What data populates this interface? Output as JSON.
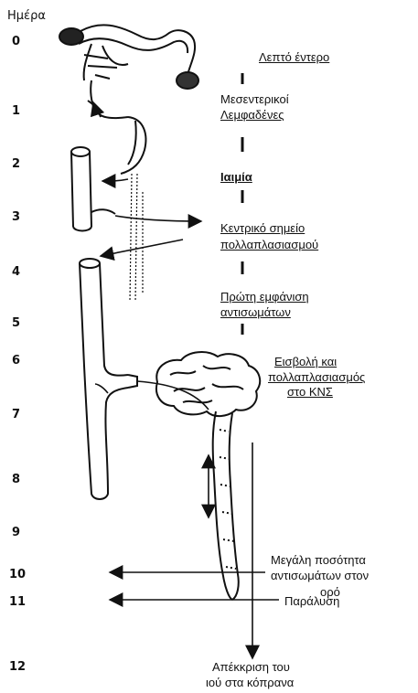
{
  "header": {
    "day_title": "Ημέρα"
  },
  "days": [
    "0",
    "1",
    "2",
    "3",
    "4",
    "5",
    "6",
    "7",
    "8",
    "9",
    "10",
    "11",
    "12"
  ],
  "labels": {
    "small_intestine": "Λεπτό έντερο",
    "mesenteric_1": "Μεσεντερικοί",
    "mesenteric_2": "Λεμφαδένες",
    "viremia": "Ιαιμία",
    "central_site_1": "Κεντρικό σημείο",
    "central_site_2": "πολλαπλασιασμού",
    "antibody_1": "Πρώτη εμφάνιση",
    "antibody_2": "αντισωμάτων",
    "cns_1": "Εισβολή και",
    "cns_2": "πολλαπλασιασμός",
    "cns_3": "στο ΚΝΣ",
    "serum_1": "Μεγάλη ποσότητα",
    "serum_2": "αντισωμάτων στον",
    "serum_3": "ορό",
    "paralysis": "Παράλυση",
    "feces_1": "Απέκκριση του",
    "feces_2": "ιού στα κόπρανα"
  }
}
